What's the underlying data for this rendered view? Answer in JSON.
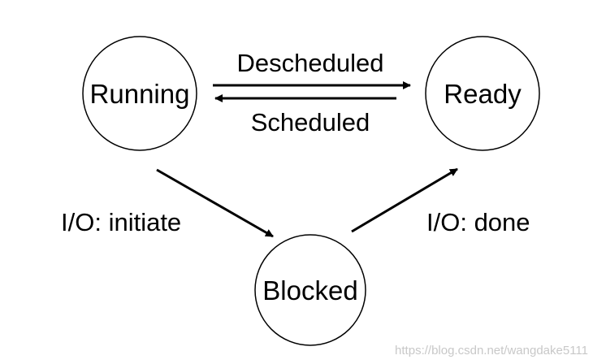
{
  "states": {
    "running": "Running",
    "ready": "Ready",
    "blocked": "Blocked"
  },
  "transitions": {
    "descheduled": "Descheduled",
    "scheduled": "Scheduled",
    "io_initiate": "I/O: initiate",
    "io_done": "I/O: done"
  },
  "watermark": "https://blog.csdn.net/wangdake5111",
  "colors": {
    "stroke": "#000000",
    "background": "#ffffff",
    "watermark": "#c8c8c8"
  }
}
